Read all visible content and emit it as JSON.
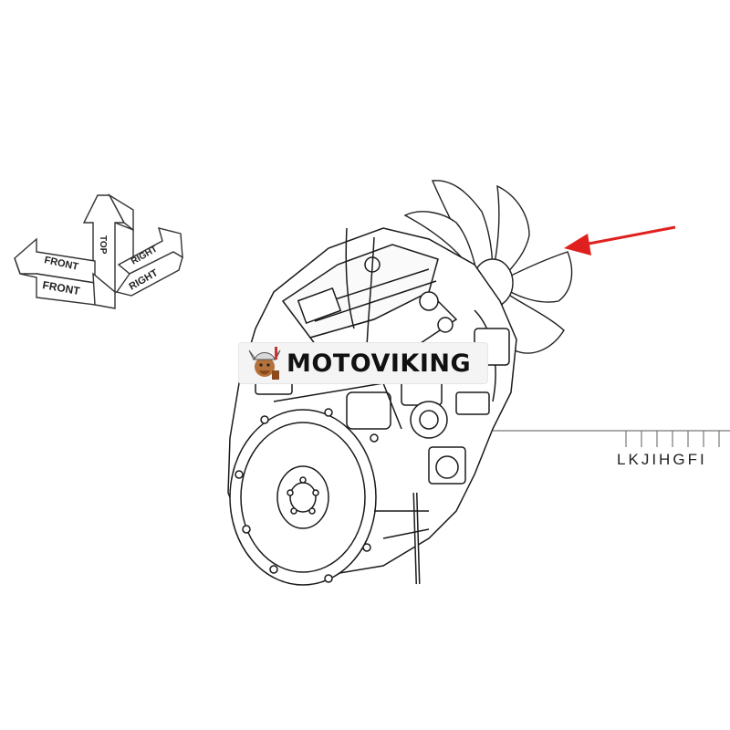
{
  "diagram": {
    "orientation_labels": {
      "front_top": "FRONT",
      "front_side": "FRONT",
      "top": "TOP",
      "right_top": "RIGHT",
      "right_side": "RIGHT"
    },
    "callout_letters": [
      "L",
      "K",
      "J",
      "I",
      "H",
      "G",
      "F",
      "I"
    ],
    "arrow_color": "#e0201e",
    "line_color": "#1a1a1a"
  },
  "watermark": {
    "brand": "MOTOVIKING",
    "logo_icon": "viking-mascot-icon"
  }
}
